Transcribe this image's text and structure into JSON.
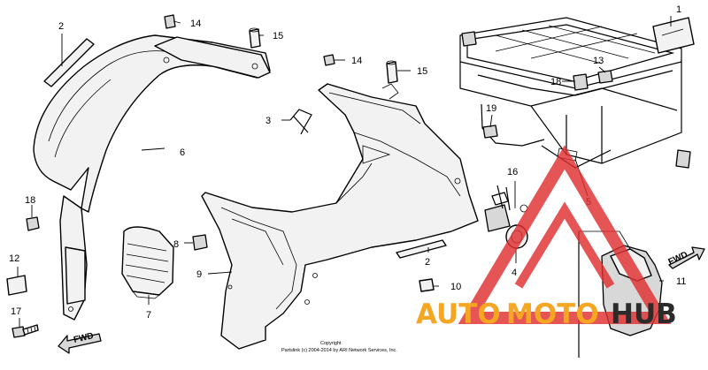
{
  "callouts": {
    "c1": "1",
    "c2a": "2",
    "c2b": "2",
    "c3": "3",
    "c4": "4",
    "c5": "5",
    "c6": "6",
    "c7": "7",
    "c8": "8",
    "c9": "9",
    "c10": "10",
    "c11": "11",
    "c12": "12",
    "c13": "13",
    "c14a": "14",
    "c14b": "14",
    "c15a": "15",
    "c15b": "15",
    "c16": "16",
    "c17": "17",
    "c18a": "18",
    "c18b": "18",
    "c19": "19"
  },
  "fwd": {
    "left": "FWD",
    "right": "FWD"
  },
  "copyright": {
    "line1": "Copyright",
    "line2": "Partslink (c) 2004-2014 by ARI Network Services, Inc."
  },
  "watermark": {
    "part1": "AUTO",
    "part2": "MOTO",
    "part3": "HUB",
    "color_red": "#e03030",
    "color_orange": "#f5a623",
    "color_dark": "#2b2b2b"
  }
}
